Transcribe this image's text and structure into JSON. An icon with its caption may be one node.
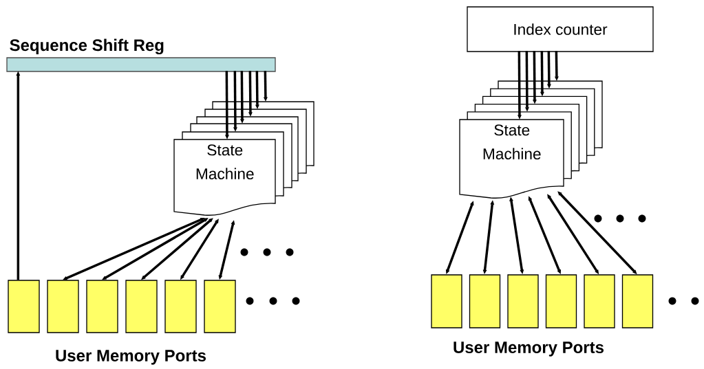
{
  "diagram": {
    "nodes": [
      {
        "text": [
          "Sequence Shift Reg"
        ]
      },
      {
        "text": [
          "State Machine"
        ]
      },
      {
        "text": [],
        "shape": "box"
      },
      {
        "text": [],
        "shape": "box"
      },
      {
        "text": [],
        "shape": "box"
      },
      {
        "text": [],
        "shape": "box"
      },
      {
        "text": [],
        "shape": "box"
      },
      {
        "text": [],
        "shape": "box"
      },
      {
        "text": [
          "Index counter"
        ]
      },
      {
        "text": [
          "State Machine"
        ]
      },
      {
        "text": [],
        "shape": "box"
      },
      {
        "text": [],
        "shape": "box"
      },
      {
        "text": [],
        "shape": "box"
      },
      {
        "text": [],
        "shape": "box"
      },
      {
        "text": [],
        "shape": "box"
      },
      {
        "text": [],
        "shape": "box"
      }
    ],
    "edges": [
      {
        "from": 2,
        "to": 0,
        "arrow": "to"
      },
      {
        "from": 0,
        "to": 1,
        "arrow": "to"
      },
      {
        "from": 0,
        "to": 1,
        "arrow": "to"
      },
      {
        "from": 0,
        "to": 1,
        "arrow": "to"
      },
      {
        "from": 0,
        "to": 1,
        "arrow": "to"
      },
      {
        "from": 0,
        "to": 1,
        "arrow": "to"
      },
      {
        "from": 0,
        "to": 1,
        "arrow": "to"
      },
      {
        "from": 1,
        "to": 3,
        "arrow": "both"
      },
      {
        "from": 1,
        "to": 4,
        "arrow": "both"
      },
      {
        "from": 1,
        "to": 5,
        "arrow": "both"
      },
      {
        "from": 1,
        "to": 6,
        "arrow": "both"
      },
      {
        "from": 1,
        "to": 7,
        "arrow": "both"
      },
      {
        "from": 8,
        "to": 9,
        "arrow": "to"
      },
      {
        "from": 8,
        "to": 9,
        "arrow": "to"
      },
      {
        "from": 8,
        "to": 9,
        "arrow": "to"
      },
      {
        "from": 8,
        "to": 9,
        "arrow": "to"
      },
      {
        "from": 8,
        "to": 9,
        "arrow": "to"
      },
      {
        "from": 8,
        "to": 9,
        "arrow": "to"
      },
      {
        "from": 9,
        "to": 10,
        "arrow": "both"
      },
      {
        "from": 9,
        "to": 11,
        "arrow": "both"
      },
      {
        "from": 9,
        "to": 12,
        "arrow": "both"
      },
      {
        "from": 9,
        "to": 13,
        "arrow": "both"
      },
      {
        "from": 9,
        "to": 14,
        "arrow": "both"
      },
      {
        "from": 9,
        "to": 15,
        "arrow": "both"
      }
    ],
    "labels": [
      "User Memory Ports",
      "User Memory Ports"
    ]
  }
}
